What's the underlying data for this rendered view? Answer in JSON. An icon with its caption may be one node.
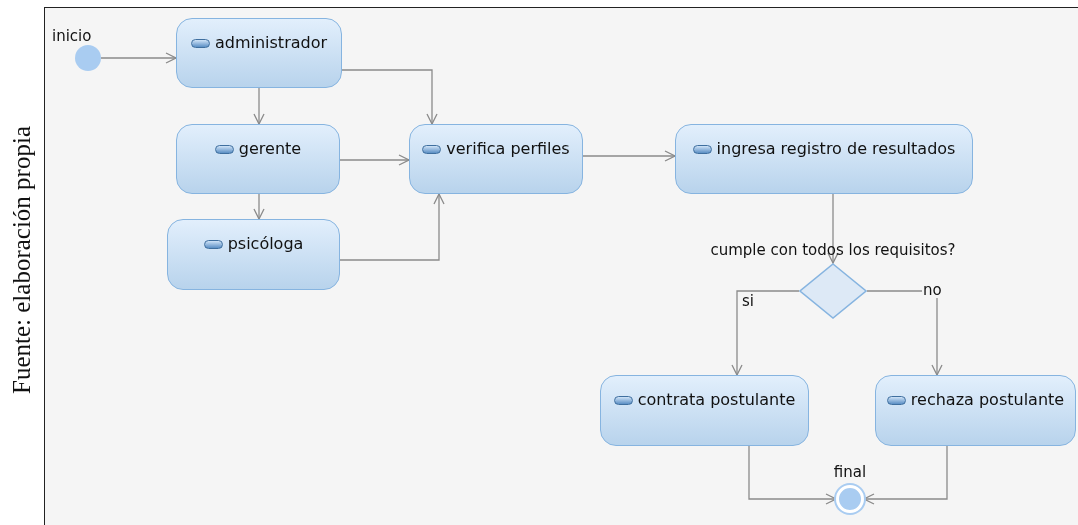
{
  "diagram": {
    "nodes": [
      {
        "text": [
          "inicio"
        ]
      },
      {
        "text": [
          "administrador"
        ]
      },
      {
        "text": [
          "gerente"
        ]
      },
      {
        "text": [
          "psicóloga"
        ]
      },
      {
        "text": [
          "verifica perfiles"
        ]
      },
      {
        "text": [
          "ingresa registro de resultados"
        ]
      },
      {
        "text": [
          "cumple con todos los requisitos?"
        ]
      },
      {
        "text": [
          "contrata postulante"
        ]
      },
      {
        "text": [
          "rechaza postulante"
        ]
      },
      {
        "text": [
          "final"
        ]
      }
    ],
    "edges": [
      {
        "from": 0,
        "to": 1,
        "arrow": "to"
      },
      {
        "from": 1,
        "to": 2,
        "arrow": "to"
      },
      {
        "from": 1,
        "to": 4,
        "arrow": "to"
      },
      {
        "from": 2,
        "to": 4,
        "arrow": "to"
      },
      {
        "from": 2,
        "to": 3,
        "arrow": "to"
      },
      {
        "from": 3,
        "to": 4,
        "arrow": "to"
      },
      {
        "from": 4,
        "to": 5,
        "arrow": "to"
      },
      {
        "from": 5,
        "to": 6,
        "arrow": "to"
      },
      {
        "from": 6,
        "to": 7,
        "arrow": "to",
        "label": "si"
      },
      {
        "from": 6,
        "to": 8,
        "arrow": "to",
        "label": "no"
      },
      {
        "from": 7,
        "to": 9,
        "arrow": "to"
      },
      {
        "from": 8,
        "to": 9,
        "arrow": "to"
      }
    ],
    "labels": [
      "Fuente: elaboración propia"
    ]
  }
}
